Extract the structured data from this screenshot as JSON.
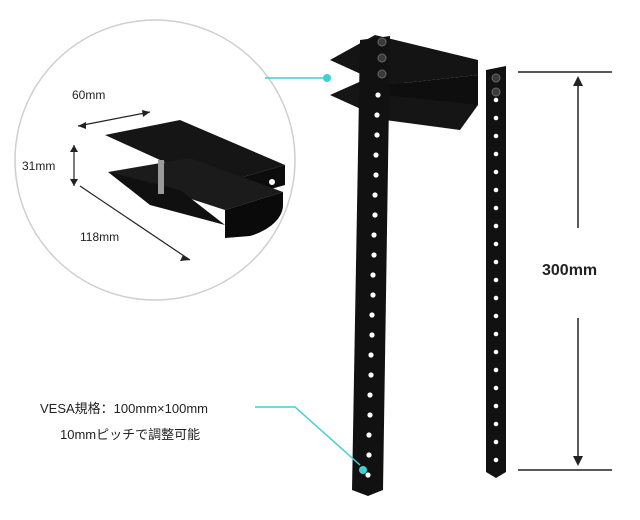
{
  "inset": {
    "width_label": "60mm",
    "height_label": "31mm",
    "depth_label": "118mm"
  },
  "main": {
    "height_label": "300mm"
  },
  "spec": {
    "line1": "VESA規格：100mm×100mm",
    "line2": "10mmピッチで調整可能"
  },
  "colors": {
    "accent": "#3fd0d4",
    "metal": "#121212",
    "hole": "#ffffff",
    "circle_border": "#cfcfcf"
  }
}
